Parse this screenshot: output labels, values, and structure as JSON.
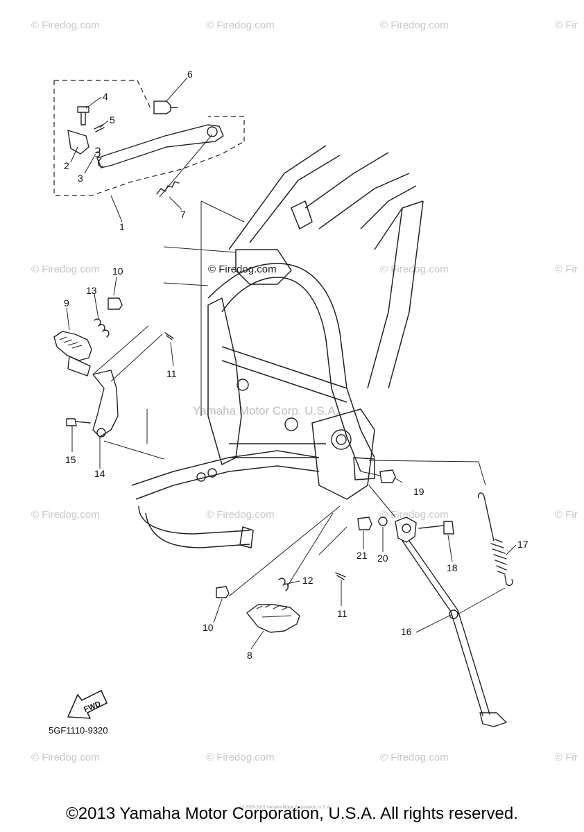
{
  "watermarks": [
    "© Firedog.com",
    "© Firedog.com",
    "© Firedog.com",
    "© Fir"
  ],
  "center_watermark": "Yamaha Motor Corp. U.S.A.",
  "inline_watermark": "© Firedog.com",
  "diagram_code": "5GF1110-9320",
  "fwd_label": "FWD",
  "copyright": "©2013 Yamaha Motor Corporation, U.S.A. All rights reserved.",
  "tiny_notice": "(c) 2005-2015 Yamaha Motor Corporation, U.S.A.",
  "callouts": {
    "c1": "1",
    "c2": "2",
    "c3": "3",
    "c4": "4",
    "c5": "5",
    "c6": "6",
    "c7": "7",
    "c8": "8",
    "c9": "9",
    "c10a": "10",
    "c10b": "10",
    "c11a": "11",
    "c11b": "11",
    "c12": "12",
    "c13": "13",
    "c14": "14",
    "c15": "15",
    "c16": "16",
    "c17": "17",
    "c18": "18",
    "c19": "19",
    "c20": "20",
    "c21": "21"
  }
}
